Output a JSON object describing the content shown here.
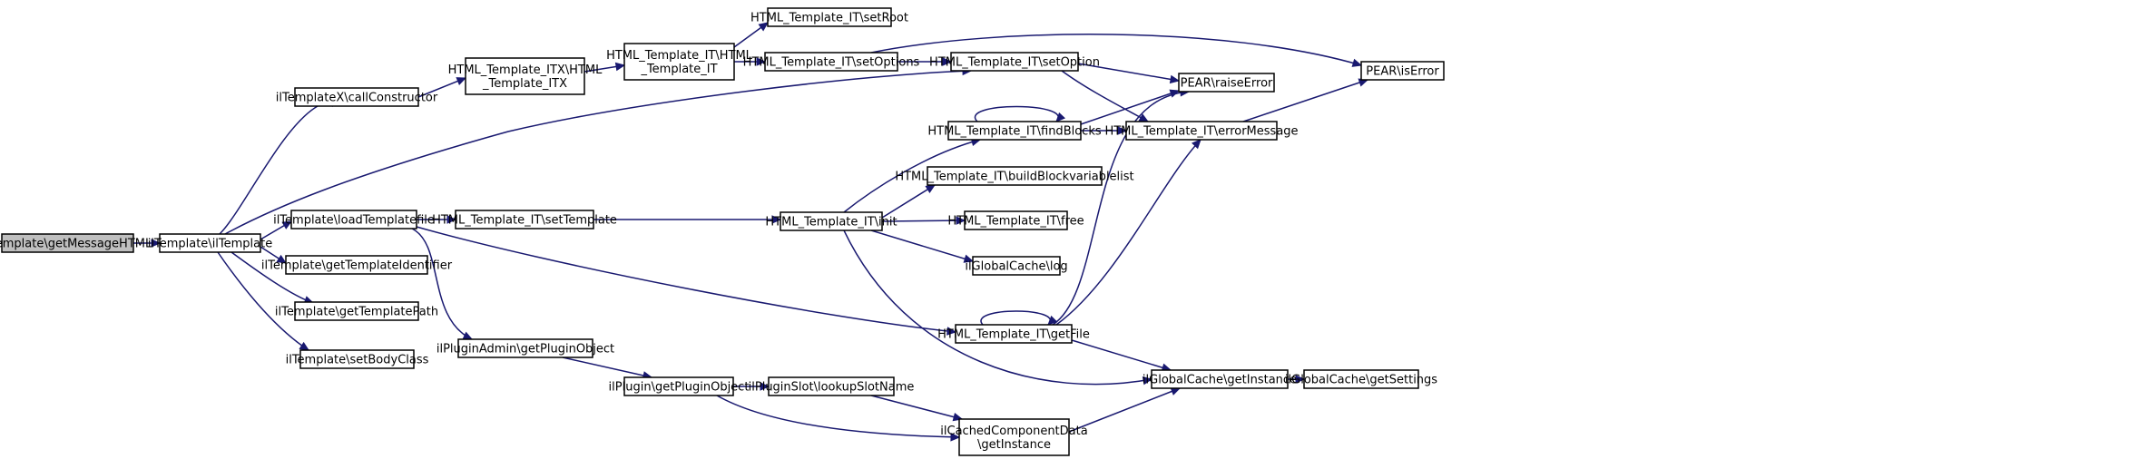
{
  "diagram": {
    "nodes": [
      {
        "id": "n_getMessageHTML",
        "label": [
          "ilTemplate\\getMessageHTML"
        ],
        "root": true
      },
      {
        "id": "n_ilTemplate",
        "label": [
          "ilTemplate\\ilTemplate"
        ]
      },
      {
        "id": "n_callConstructor",
        "label": [
          "ilTemplateX\\callConstructor"
        ]
      },
      {
        "id": "n_ITXctor",
        "label": [
          "HTML_Template_ITX\\HTML",
          "_Template_ITX"
        ]
      },
      {
        "id": "n_ITctor",
        "label": [
          "HTML_Template_IT\\HTML",
          "_Template_IT"
        ]
      },
      {
        "id": "n_setRoot",
        "label": [
          "HTML_Template_IT\\setRoot"
        ]
      },
      {
        "id": "n_setOptions",
        "label": [
          "HTML_Template_IT\\setOptions"
        ]
      },
      {
        "id": "n_setOption",
        "label": [
          "HTML_Template_IT\\setOption"
        ]
      },
      {
        "id": "n_raiseError",
        "label": [
          "PEAR\\raiseError"
        ]
      },
      {
        "id": "n_isError",
        "label": [
          "PEAR\\isError"
        ]
      },
      {
        "id": "n_findBlocks",
        "label": [
          "HTML_Template_IT\\findBlocks"
        ]
      },
      {
        "id": "n_errorMessage",
        "label": [
          "HTML_Template_IT\\errorMessage"
        ]
      },
      {
        "id": "n_buildBlockvariablelist",
        "label": [
          "HTML_Template_IT\\buildBlockvariablelist"
        ]
      },
      {
        "id": "n_loadTemplatefile",
        "label": [
          "ilTemplate\\loadTemplatefile"
        ]
      },
      {
        "id": "n_setTemplate",
        "label": [
          "HTML_Template_IT\\setTemplate"
        ]
      },
      {
        "id": "n_init",
        "label": [
          "HTML_Template_IT\\init"
        ]
      },
      {
        "id": "n_free",
        "label": [
          "HTML_Template_IT\\free"
        ]
      },
      {
        "id": "n_log",
        "label": [
          "ilGlobalCache\\log"
        ]
      },
      {
        "id": "n_getTemplateIdentifier",
        "label": [
          "ilTemplate\\getTemplateIdentifier"
        ]
      },
      {
        "id": "n_getTemplatePath",
        "label": [
          "ilTemplate\\getTemplatePath"
        ]
      },
      {
        "id": "n_setBodyClass",
        "label": [
          "ilTemplate\\setBodyClass"
        ]
      },
      {
        "id": "n_getFile",
        "label": [
          "HTML_Template_IT\\getFile"
        ]
      },
      {
        "id": "n_adminGetPluginObject",
        "label": [
          "ilPluginAdmin\\getPluginObject"
        ]
      },
      {
        "id": "n_pluginGetPluginObject",
        "label": [
          "ilPlugin\\getPluginObject"
        ]
      },
      {
        "id": "n_lookupSlotName",
        "label": [
          "ilPluginSlot\\lookupSlotName"
        ]
      },
      {
        "id": "n_gcGetInstance",
        "label": [
          "ilGlobalCache\\getInstance"
        ]
      },
      {
        "id": "n_getSettings",
        "label": [
          "ilGlobalCache\\getSettings"
        ]
      },
      {
        "id": "n_ccdGetInstance",
        "label": [
          "ilCachedComponentData",
          "\\getInstance"
        ]
      }
    ],
    "edges": [
      {
        "from": "n_getMessageHTML",
        "to": "n_ilTemplate"
      },
      {
        "from": "n_ilTemplate",
        "to": "n_callConstructor"
      },
      {
        "from": "n_ilTemplate",
        "to": "n_setOption"
      },
      {
        "from": "n_ilTemplate",
        "to": "n_loadTemplatefile"
      },
      {
        "from": "n_ilTemplate",
        "to": "n_getTemplateIdentifier"
      },
      {
        "from": "n_ilTemplate",
        "to": "n_getTemplatePath"
      },
      {
        "from": "n_ilTemplate",
        "to": "n_setBodyClass"
      },
      {
        "from": "n_callConstructor",
        "to": "n_ITXctor"
      },
      {
        "from": "n_ITXctor",
        "to": "n_ITctor"
      },
      {
        "from": "n_ITctor",
        "to": "n_setRoot"
      },
      {
        "from": "n_ITctor",
        "to": "n_setOptions"
      },
      {
        "from": "n_setOptions",
        "to": "n_setOption"
      },
      {
        "from": "n_setOptions",
        "to": "n_isError"
      },
      {
        "from": "n_setOption",
        "to": "n_raiseError"
      },
      {
        "from": "n_setOption",
        "to": "n_errorMessage"
      },
      {
        "from": "n_findBlocks",
        "to": "n_findBlocks"
      },
      {
        "from": "n_findBlocks",
        "to": "n_raiseError"
      },
      {
        "from": "n_findBlocks",
        "to": "n_errorMessage"
      },
      {
        "from": "n_errorMessage",
        "to": "n_isError"
      },
      {
        "from": "n_loadTemplatefile",
        "to": "n_setTemplate"
      },
      {
        "from": "n_loadTemplatefile",
        "to": "n_adminGetPluginObject"
      },
      {
        "from": "n_loadTemplatefile",
        "to": "n_getFile"
      },
      {
        "from": "n_setTemplate",
        "to": "n_init"
      },
      {
        "from": "n_init",
        "to": "n_findBlocks"
      },
      {
        "from": "n_init",
        "to": "n_buildBlockvariablelist"
      },
      {
        "from": "n_init",
        "to": "n_free"
      },
      {
        "from": "n_init",
        "to": "n_log"
      },
      {
        "from": "n_init",
        "to": "n_gcGetInstance"
      },
      {
        "from": "n_getFile",
        "to": "n_getFile"
      },
      {
        "from": "n_getFile",
        "to": "n_raiseError"
      },
      {
        "from": "n_getFile",
        "to": "n_errorMessage"
      },
      {
        "from": "n_getFile",
        "to": "n_gcGetInstance"
      },
      {
        "from": "n_adminGetPluginObject",
        "to": "n_pluginGetPluginObject"
      },
      {
        "from": "n_pluginGetPluginObject",
        "to": "n_lookupSlotName"
      },
      {
        "from": "n_pluginGetPluginObject",
        "to": "n_ccdGetInstance"
      },
      {
        "from": "n_lookupSlotName",
        "to": "n_ccdGetInstance"
      },
      {
        "from": "n_ccdGetInstance",
        "to": "n_gcGetInstance"
      },
      {
        "from": "n_gcGetInstance",
        "to": "n_getSettings"
      }
    ]
  },
  "colors": {
    "edge": "#191970",
    "node_border": "#000000",
    "node_fill": "#ffffff",
    "root_fill": "#bfbfbf"
  }
}
